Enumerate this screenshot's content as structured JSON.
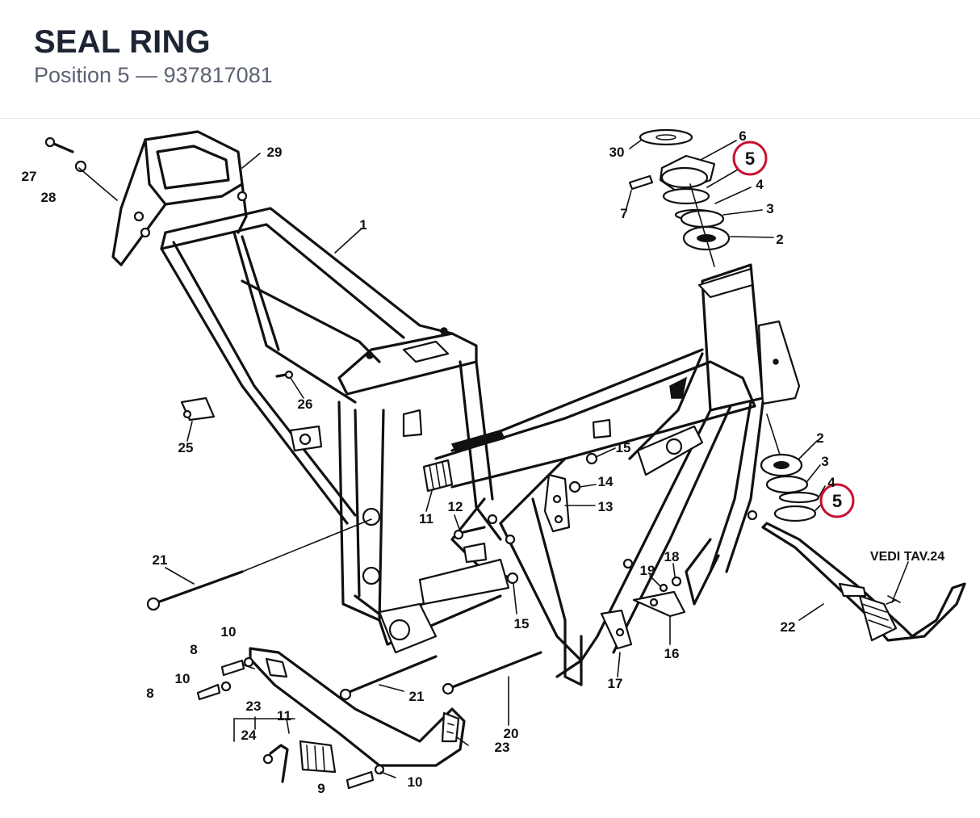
{
  "header": {
    "title": "SEAL RING",
    "subtitle": "Position 5 — 937817081"
  },
  "diagram": {
    "highlight_color": "#c8102e",
    "highlighted_position": "5",
    "reference_note": "VEDI TAV.24",
    "callouts": {
      "c1": "1",
      "c2a": "2",
      "c2b": "2",
      "c3a": "3",
      "c3b": "3",
      "c4a": "4",
      "c4b": "4",
      "c5a": "5",
      "c5b": "5",
      "c6": "6",
      "c7": "7",
      "c8a": "8",
      "c8b": "8",
      "c9": "9",
      "c10a": "10",
      "c10b": "10",
      "c10c": "10",
      "c11a": "11",
      "c11b": "11",
      "c12": "12",
      "c13": "13",
      "c14": "14",
      "c15a": "15",
      "c15b": "15",
      "c16": "16",
      "c17": "17",
      "c18": "18",
      "c19": "19",
      "c20": "20",
      "c21a": "21",
      "c21b": "21",
      "c22": "22",
      "c23a": "23",
      "c23b": "23",
      "c24": "24",
      "c25": "25",
      "c26": "26",
      "c27": "27",
      "c28": "28",
      "c29": "29",
      "c30": "30"
    }
  }
}
